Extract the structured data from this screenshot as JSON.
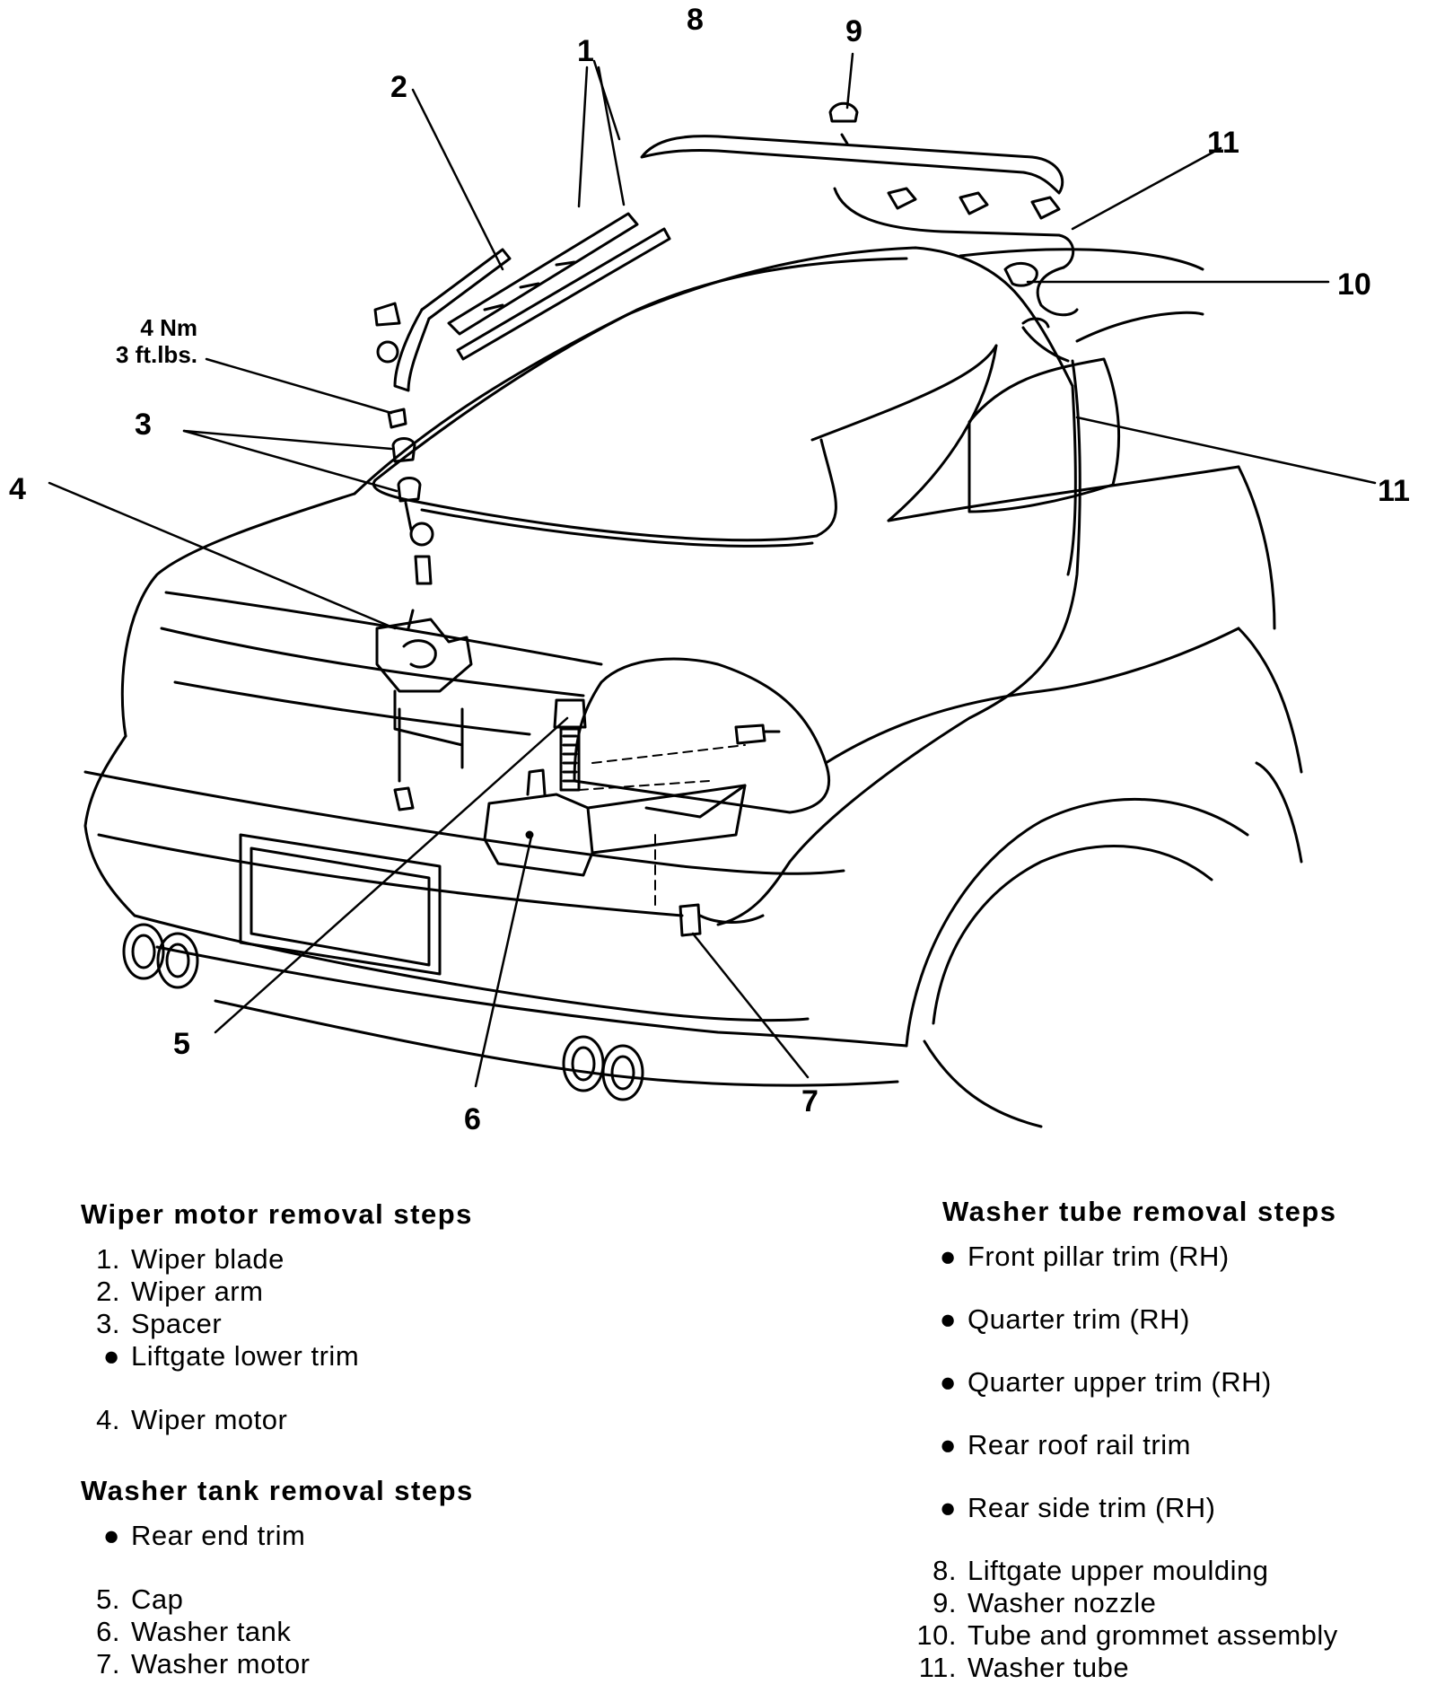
{
  "callouts": {
    "c1": "1",
    "c2": "2",
    "c3": "3",
    "c4": "4",
    "c5": "5",
    "c6": "6",
    "c7": "7",
    "c8": "8",
    "c9": "9",
    "c10": "10",
    "c11a": "11",
    "c11b": "11"
  },
  "torque": {
    "line1": "4 Nm",
    "line2": "3 ft.lbs."
  },
  "wiper_motor": {
    "title": "Wiper motor removal steps",
    "items": [
      {
        "marker": "1.",
        "text": "Wiper blade"
      },
      {
        "marker": "2.",
        "text": "Wiper arm"
      },
      {
        "marker": "3.",
        "text": "Spacer"
      },
      {
        "marker": "●",
        "text": "Liftgate lower trim"
      },
      {
        "marker": "4.",
        "text": "Wiper motor"
      }
    ]
  },
  "washer_tank": {
    "title": "Washer tank removal steps",
    "items": [
      {
        "marker": "●",
        "text": "Rear end trim"
      },
      {
        "marker": "5.",
        "text": "Cap"
      },
      {
        "marker": "6.",
        "text": "Washer tank"
      },
      {
        "marker": "7.",
        "text": "Washer motor"
      }
    ]
  },
  "washer_tube": {
    "title": "Washer tube removal steps",
    "items": [
      {
        "marker": "●",
        "text": "Front pillar trim (RH)"
      },
      {
        "marker": "●",
        "text": "Quarter trim (RH)"
      },
      {
        "marker": "●",
        "text": "Quarter upper trim (RH)"
      },
      {
        "marker": "●",
        "text": "Rear roof rail trim"
      },
      {
        "marker": "●",
        "text": "Rear side trim (RH)"
      },
      {
        "marker": "8.",
        "text": "Liftgate upper moulding"
      },
      {
        "marker": "9.",
        "text": "Washer nozzle"
      },
      {
        "marker": "10.",
        "text": "Tube and grommet assembly"
      },
      {
        "marker": "11.",
        "text": "Washer tube"
      }
    ]
  }
}
